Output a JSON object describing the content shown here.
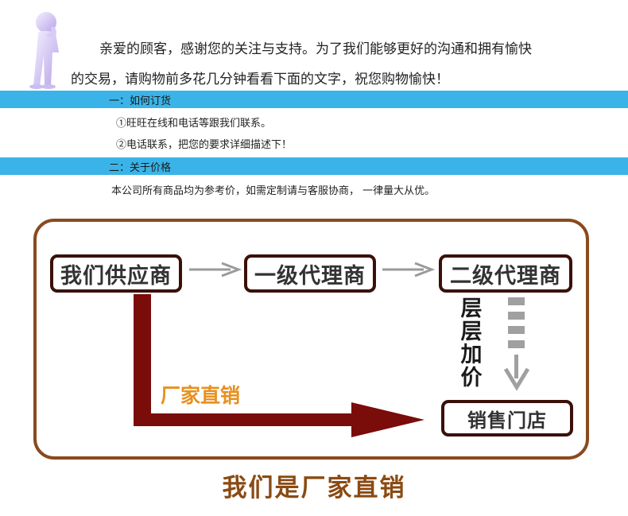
{
  "intro": {
    "line1": "亲爱的顾客，感谢您的关注与支持。为了我们能够更好的沟通和拥有愉快",
    "line2": "的交易，请购物前多花几分钟看看下面的文字，祝您购物愉快！"
  },
  "section1": {
    "title": "一：如何订货",
    "items": [
      "①旺旺在线和电话等跟我们联系。",
      "②电话联系，把您的要求详细描述下！"
    ]
  },
  "section2": {
    "title": "二：关于价格",
    "text": "本公司所有商品均为参考价，如需定制请与客服协商，  一律量大从优。"
  },
  "diagram": {
    "supplier": "我们供应商",
    "level1": "一级代理商",
    "level2": "二级代理商",
    "markup": [
      "层",
      "层",
      "加",
      "价"
    ],
    "direct": "厂家直销",
    "store": "销售门店"
  },
  "headline": "我们是厂家直销",
  "colors": {
    "band": "#3ab4e8",
    "panel_border": "#8a4a1e",
    "box_border": "#3a1008",
    "direct_arrow": "#7a0c0a",
    "direct_label": "#e8901e",
    "headline": "#8a4a12"
  }
}
